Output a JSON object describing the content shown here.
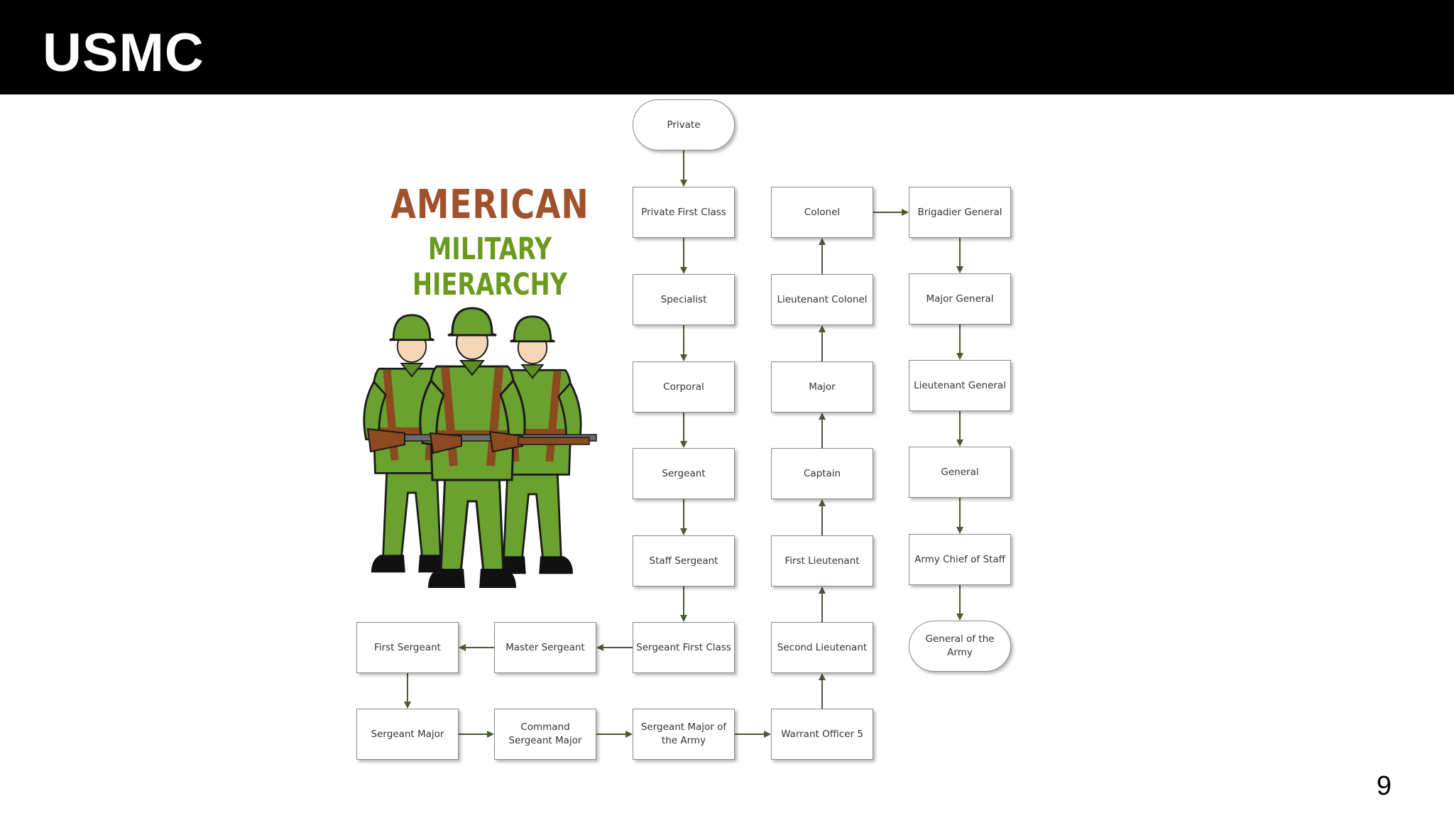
{
  "slide": {
    "title": "USMC",
    "page_number": "9"
  },
  "infographic": {
    "heading_line1": "AMERICAN",
    "heading_line2": "MILITARY HIERARCHY",
    "colors": {
      "heading1": "#a0522d",
      "heading2": "#6b9a1e",
      "uniform": "#6aa12f",
      "arrow": "#4a5a32"
    },
    "illustration": "three-soldiers-with-rifles",
    "ranks": {
      "private": "Private",
      "private_first_class": "Private First Class",
      "specialist": "Specialist",
      "corporal": "Corporal",
      "sergeant": "Sergeant",
      "staff_sergeant": "Staff Sergeant",
      "sergeant_first_class": "Sergeant First Class",
      "master_sergeant": "Master Sergeant",
      "first_sergeant": "First Sergeant",
      "sergeant_major": "Sergeant Major",
      "command_sergeant_major": "Command Sergeant Major",
      "sergeant_major_of_the_army": "Sergeant Major of the Army",
      "warrant_officer_5": "Warrant Officer 5",
      "second_lieutenant": "Second Lieutenant",
      "first_lieutenant": "First Lieutenant",
      "captain": "Captain",
      "major": "Major",
      "lieutenant_colonel": "Lieutenant Colonel",
      "colonel": "Colonel",
      "brigadier_general": "Brigadier General",
      "major_general": "Major General",
      "lieutenant_general": "Lieutenant General",
      "general": "General",
      "army_chief_of_staff": "Army Chief of Staff",
      "general_of_the_army": "General of the Army"
    },
    "flow": [
      [
        "private",
        "private_first_class"
      ],
      [
        "private_first_class",
        "specialist"
      ],
      [
        "specialist",
        "corporal"
      ],
      [
        "corporal",
        "sergeant"
      ],
      [
        "sergeant",
        "staff_sergeant"
      ],
      [
        "staff_sergeant",
        "sergeant_first_class"
      ],
      [
        "sergeant_first_class",
        "master_sergeant"
      ],
      [
        "master_sergeant",
        "first_sergeant"
      ],
      [
        "first_sergeant",
        "sergeant_major"
      ],
      [
        "sergeant_major",
        "command_sergeant_major"
      ],
      [
        "command_sergeant_major",
        "sergeant_major_of_the_army"
      ],
      [
        "sergeant_major_of_the_army",
        "warrant_officer_5"
      ],
      [
        "warrant_officer_5",
        "second_lieutenant"
      ],
      [
        "second_lieutenant",
        "first_lieutenant"
      ],
      [
        "first_lieutenant",
        "captain"
      ],
      [
        "captain",
        "major"
      ],
      [
        "major",
        "lieutenant_colonel"
      ],
      [
        "lieutenant_colonel",
        "colonel"
      ],
      [
        "colonel",
        "brigadier_general"
      ],
      [
        "brigadier_general",
        "major_general"
      ],
      [
        "major_general",
        "lieutenant_general"
      ],
      [
        "lieutenant_general",
        "general"
      ],
      [
        "general",
        "army_chief_of_staff"
      ],
      [
        "army_chief_of_staff",
        "general_of_the_army"
      ]
    ]
  }
}
